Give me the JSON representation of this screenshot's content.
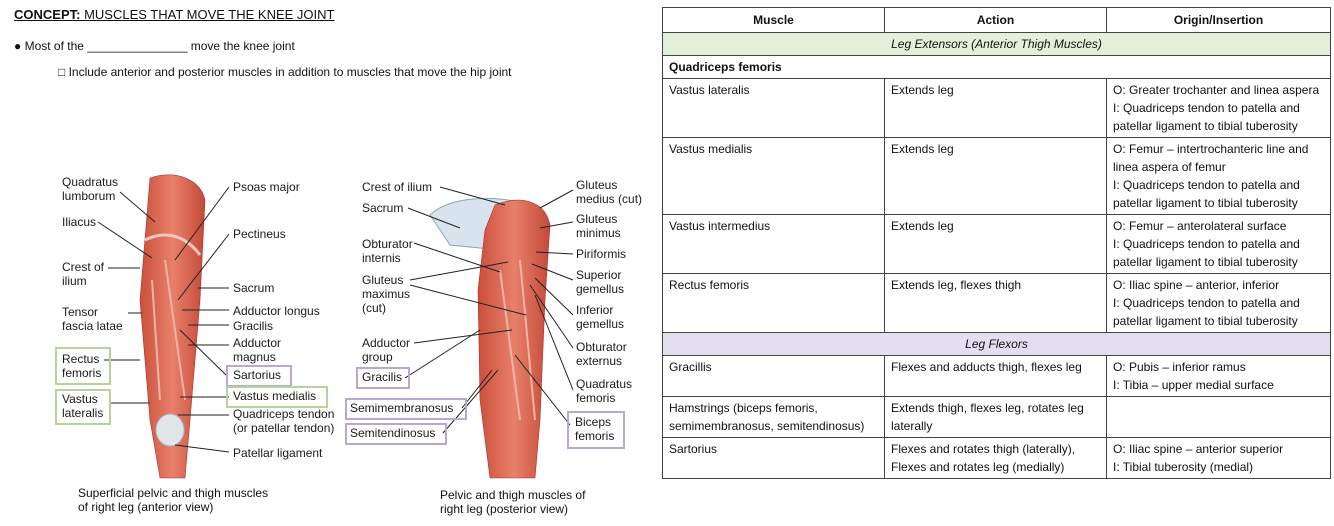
{
  "concept": {
    "prefix": "CONCEPT:",
    "title": " MUSCLES THAT MOVE THE KNEE JOINT"
  },
  "bullets": [
    "● Most of the _______________ move the knee joint",
    "□ Include anterior and posterior muscles in addition to muscles that move the hip joint"
  ],
  "figure": {
    "anterior_labels": {
      "quadratus_lumborum": "Quadratus\nlumborum",
      "iliacus": "Iliacus",
      "crest_of_ilium": "Crest of\nilium",
      "tensor_fascia_latae": "Tensor\nfascia latae",
      "rectus_femoris": "Rectus\nfemoris",
      "vastus_lateralis": "Vastus\nlateralis",
      "psoas_major": "Psoas major",
      "pectineus": "Pectineus",
      "sacrum": "Sacrum",
      "adductor_longus": "Adductor longus",
      "gracilis": "Gracilis",
      "adductor_magnus": "Adductor\nmagnus",
      "sartorius": "Sartorius",
      "vastus_medialis": "Vastus medialis",
      "quadriceps_tendon": "Quadriceps tendon\n(or patellar tendon)",
      "patellar_ligament": "Patellar ligament"
    },
    "posterior_labels": {
      "crest_of_ilium": "Crest of ilium",
      "sacrum": "Sacrum",
      "obturator_internis": "Obturator\ninternis",
      "gluteus_maximus": "Gluteus\nmaximus\n(cut)",
      "adductor_group": "Adductor\ngroup",
      "gracilis": "Gracilis",
      "semimembranosus": "Semimembranosus",
      "semitendinosus": "Semitendinosus",
      "gluteus_medius": "Gluteus\nmedius (cut)",
      "gluteus_minimus": "Gluteus\nminimus",
      "piriformis": "Piriformis",
      "superior_gemellus": "Superior\ngemellus",
      "inferior_gemellus": "Inferior\ngemellus",
      "obturator_externus": "Obturator\nexternus",
      "quadratus_femoris": "Quadratus\nfemoris",
      "biceps_femoris": "Biceps\nfemoris"
    },
    "caption_anterior": "Superficial pelvic and thigh muscles\nof right leg (anterior view)",
    "caption_posterior": "Pelvic and thigh muscles of\nright leg (posterior view)"
  },
  "table": {
    "headers": [
      "Muscle",
      "Action",
      "Origin/Insertion"
    ],
    "section_extensors": "Leg Extensors (Anterior Thigh Muscles)",
    "group_quadriceps": "Quadriceps femoris",
    "extensor_rows": [
      {
        "muscle": "Vastus lateralis",
        "action": "Extends leg",
        "origin": "O: Greater trochanter and linea aspera",
        "insertion": "I: Quadriceps tendon to patella and patellar ligament to tibial tuberosity"
      },
      {
        "muscle": "Vastus medialis",
        "action": "Extends leg",
        "origin": "O: Femur – intertrochanteric line and linea aspera of femur",
        "insertion": "I: Quadriceps tendon to patella and patellar ligament to tibial tuberosity"
      },
      {
        "muscle": "Vastus intermedius",
        "action": "Extends leg",
        "origin": "O: Femur – anterolateral surface",
        "insertion": "I: Quadriceps tendon to patella and patellar ligament to tibial tuberosity"
      },
      {
        "muscle": "Rectus femoris",
        "action": "Extends leg, flexes thigh",
        "origin": "O: Iliac spine – anterior, inferior",
        "insertion": "I: Quadriceps tendon to patella and patellar ligament to tibial tuberosity"
      }
    ],
    "section_flexors": "Leg Flexors",
    "flexor_rows": [
      {
        "muscle": "Gracillis",
        "action": "Flexes and adducts thigh, flexes leg",
        "origin": "O: Pubis – inferior ramus",
        "insertion": "I: Tibia – upper medial surface"
      },
      {
        "muscle": "Hamstrings (biceps femoris, semimembranosus, semitendinosus)",
        "action": "Extends thigh, flexes leg, rotates leg laterally",
        "origin": "",
        "insertion": ""
      },
      {
        "muscle": "Sartorius",
        "action": "Flexes and rotates thigh (laterally), Flexes and rotates leg (medially)",
        "origin": "O: Iliac spine – anterior superior",
        "insertion": "I: Tibial tuberosity (medial)"
      }
    ]
  }
}
